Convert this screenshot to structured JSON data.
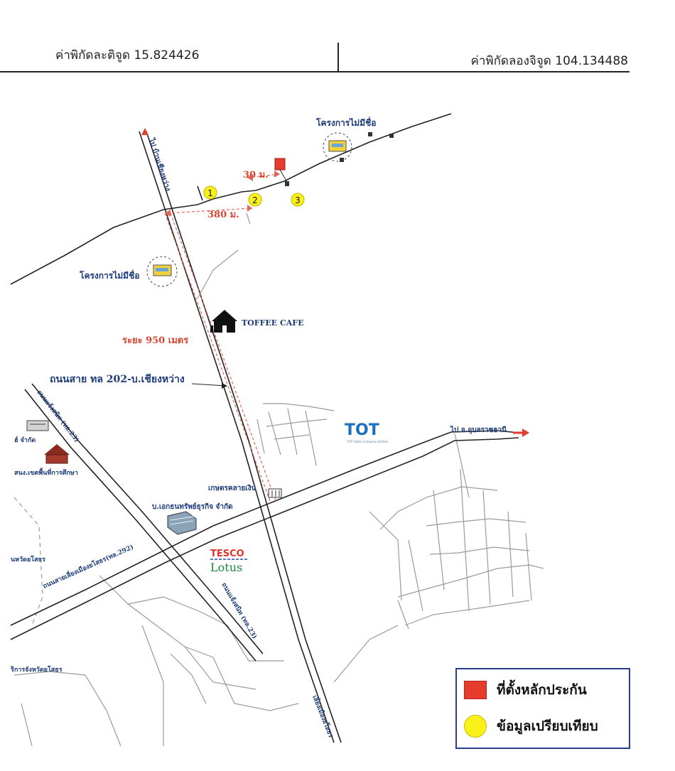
{
  "header": {
    "latitude_label": "ค่าพิกัดละติจูด 15.824426",
    "longitude_label": "ค่าพิกัดลองจิจูด 104.134488"
  },
  "map": {
    "road_north": "ไป บ้านเชียงหว่าง",
    "road_east": "ไป จ.อุบลราชธานี",
    "road_main": "ถนนสาย ทล 202-บ.เชียงหว่าง",
    "road_west": "ถนนแจ้งสนิท (ทล.23)",
    "road_south": "ถนนแจ้งสนิท (ทล.23)",
    "road_bypass": "ถนนสายเลี่ยงเมืองยโสธร(ทล.292)",
    "road_south_east": "เลี่ยงเมืองยโสธร",
    "project_top": "โครงการไม่มีชื่อ",
    "project_mid": "โครงการไม่มีชื่อ",
    "cafe": "TOFFEE CAFE",
    "tot": "TOT",
    "tot_sub": "TOT Public Company Limited",
    "bank": "เกษตรคลายเงิน",
    "company": "บ.เอกธนทรัพย์ธุรกิจ จำกัด",
    "tesco_top": "TESCO",
    "tesco_bottom": "Lotus",
    "left_company": "ฮ์ จำกัด",
    "left_school": "สนง.เขตพื้นที่การศึกษา",
    "left_yasothon": "นหวัดยโสธร",
    "left_service": "ริการจังหวัดยโสธร",
    "dist_30": "30 ม.",
    "dist_380": "380 ม.",
    "dist_950": "ระยะ 950 เมตร",
    "marker_1": "1",
    "marker_2": "2",
    "marker_3": "3"
  },
  "legend": {
    "collateral_label": "ที่ตั้งหลักประกัน",
    "comparison_label": "ข้อมูลเปรียบเทียบ"
  },
  "colors": {
    "road_line": "#222222",
    "minor_road": "#9a9a9a",
    "distance_line": "#e2665a",
    "distance_text": "#d9432f",
    "label_blue": "#1b3a7a",
    "collateral_red": "#e53c2e",
    "comparison_yellow": "#fbf11a",
    "legend_border": "#2a3c8f"
  }
}
